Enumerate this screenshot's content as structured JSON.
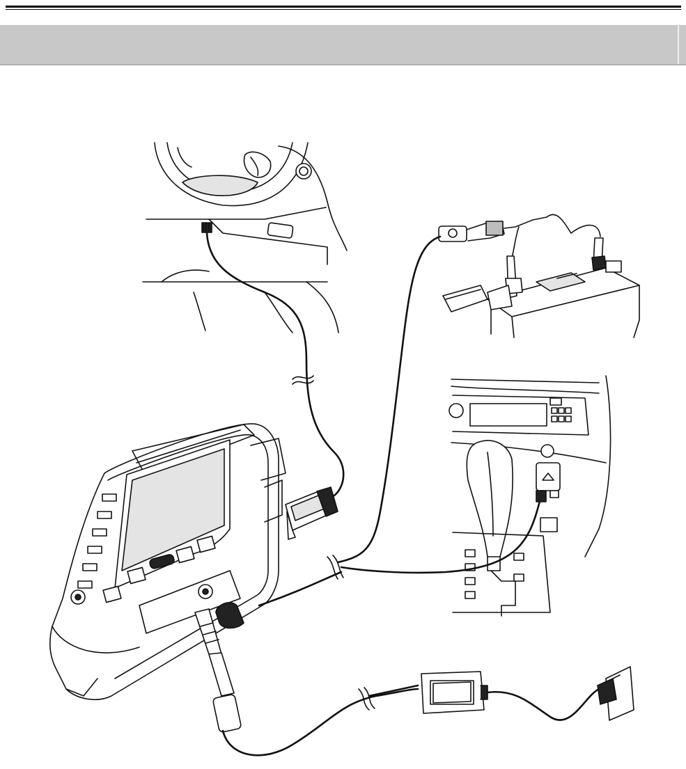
{
  "page": {
    "section_banner_title": "",
    "figure": {
      "icons": [
        "steering-wheel-dlc-panel",
        "obd-dlc-connector",
        "battery-clamp-cable",
        "vehicle-battery",
        "cigarette-lighter-adapter",
        "center-console-radio",
        "gear-shift-lever",
        "scan-tool-device",
        "ac-dc-power-adapter",
        "wall-outlet",
        "cable-break-symbol"
      ]
    }
  }
}
